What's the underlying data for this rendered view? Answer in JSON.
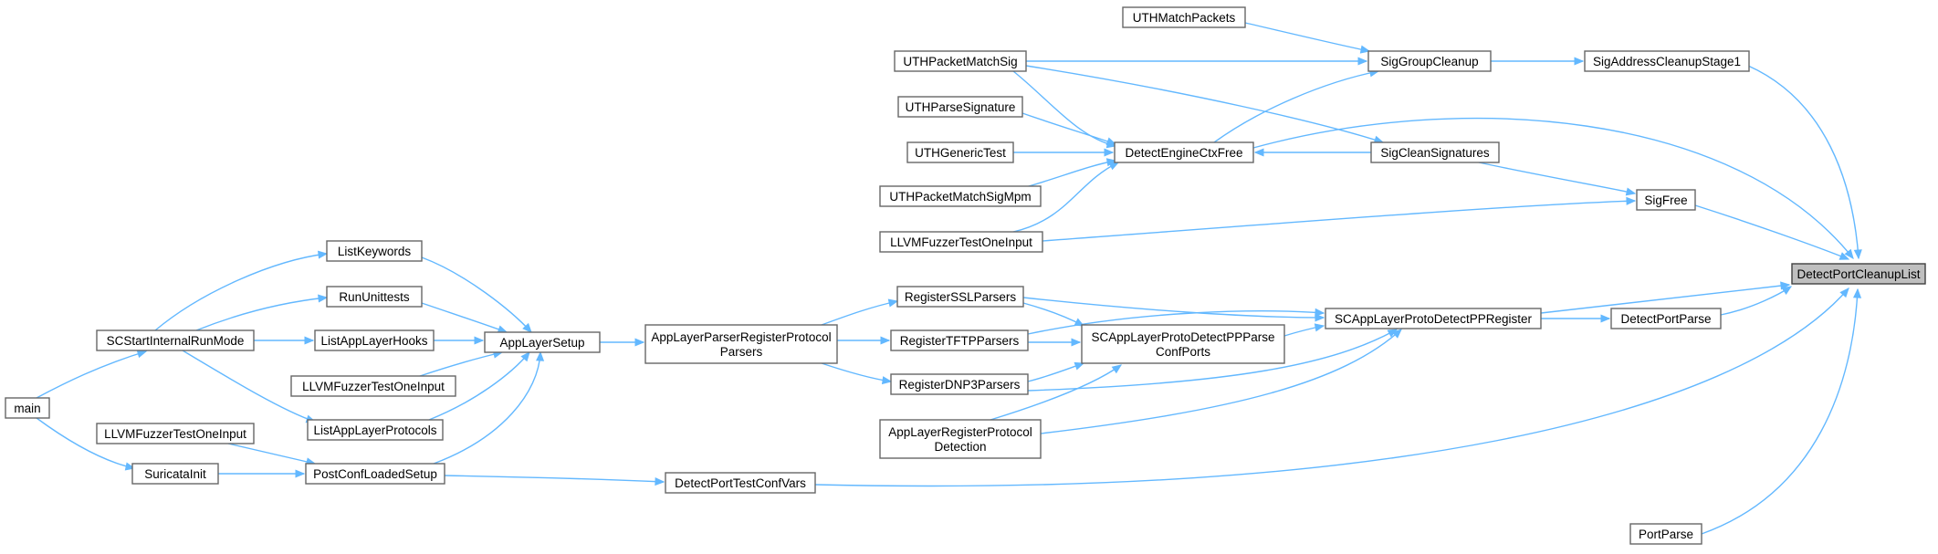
{
  "graph": {
    "nodes": [
      {
        "id": "DetectPortCleanupList",
        "lines": [
          "DetectPortCleanupList"
        ],
        "highlighted": true
      },
      {
        "id": "SigAddressCleanupStage1",
        "lines": [
          "SigAddressCleanupStage1"
        ]
      },
      {
        "id": "SigGroupCleanup",
        "lines": [
          "SigGroupCleanup"
        ]
      },
      {
        "id": "UTHMatchPackets",
        "lines": [
          "UTHMatchPackets"
        ]
      },
      {
        "id": "UTHPacketMatchSig",
        "lines": [
          "UTHPacketMatchSig"
        ]
      },
      {
        "id": "UTHParseSignature",
        "lines": [
          "UTHParseSignature"
        ]
      },
      {
        "id": "UTHGenericTest",
        "lines": [
          "UTHGenericTest"
        ]
      },
      {
        "id": "UTHPacketMatchSigMpm",
        "lines": [
          "UTHPacketMatchSigMpm"
        ]
      },
      {
        "id": "LLVMFuzzerTestOneInput_a",
        "lines": [
          "LLVMFuzzerTestOneInput"
        ]
      },
      {
        "id": "DetectEngineCtxFree",
        "lines": [
          "DetectEngineCtxFree"
        ]
      },
      {
        "id": "SigCleanSignatures",
        "lines": [
          "SigCleanSignatures"
        ]
      },
      {
        "id": "SigFree",
        "lines": [
          "SigFree"
        ]
      },
      {
        "id": "DetectPortParse",
        "lines": [
          "DetectPortParse"
        ]
      },
      {
        "id": "SCAppLayerProtoDetectPPRegister",
        "lines": [
          "SCAppLayerProtoDetectPPRegister"
        ]
      },
      {
        "id": "SCAppLayerProtoDetectPPParseConfPorts",
        "lines": [
          "SCAppLayerProtoDetectPPParse",
          "ConfPorts"
        ]
      },
      {
        "id": "RegisterSSLParsers",
        "lines": [
          "RegisterSSLParsers"
        ]
      },
      {
        "id": "RegisterTFTPParsers",
        "lines": [
          "RegisterTFTPParsers"
        ]
      },
      {
        "id": "RegisterDNP3Parsers",
        "lines": [
          "RegisterDNP3Parsers"
        ]
      },
      {
        "id": "AppLayerRegisterProtocolDetection",
        "lines": [
          "AppLayerRegisterProtocol",
          "Detection"
        ]
      },
      {
        "id": "AppLayerParserRegisterProtocolParsers",
        "lines": [
          "AppLayerParserRegisterProtocol",
          "Parsers"
        ]
      },
      {
        "id": "AppLayerSetup",
        "lines": [
          "AppLayerSetup"
        ]
      },
      {
        "id": "ListKeywords",
        "lines": [
          "ListKeywords"
        ]
      },
      {
        "id": "RunUnittests",
        "lines": [
          "RunUnittests"
        ]
      },
      {
        "id": "ListAppLayerHooks",
        "lines": [
          "ListAppLayerHooks"
        ]
      },
      {
        "id": "LLVMFuzzerTestOneInput_b",
        "lines": [
          "LLVMFuzzerTestOneInput"
        ]
      },
      {
        "id": "ListAppLayerProtocols",
        "lines": [
          "ListAppLayerProtocols"
        ]
      },
      {
        "id": "PostConfLoadedSetup",
        "lines": [
          "PostConfLoadedSetup"
        ]
      },
      {
        "id": "SCStartInternalRunMode",
        "lines": [
          "SCStartInternalRunMode"
        ]
      },
      {
        "id": "main",
        "lines": [
          "main"
        ]
      },
      {
        "id": "LLVMFuzzerTestOneInput_c",
        "lines": [
          "LLVMFuzzerTestOneInput"
        ]
      },
      {
        "id": "SuricataInit",
        "lines": [
          "SuricataInit"
        ]
      },
      {
        "id": "DetectPortTestConfVars",
        "lines": [
          "DetectPortTestConfVars"
        ]
      },
      {
        "id": "PortParse",
        "lines": [
          "PortParse"
        ]
      }
    ],
    "edges": [
      {
        "from": "SigAddressCleanupStage1",
        "to": "DetectPortCleanupList"
      },
      {
        "from": "DetectEngineCtxFree",
        "to": "DetectPortCleanupList"
      },
      {
        "from": "SigFree",
        "to": "DetectPortCleanupList"
      },
      {
        "from": "SCAppLayerProtoDetectPPRegister",
        "to": "DetectPortCleanupList"
      },
      {
        "from": "DetectPortParse",
        "to": "DetectPortCleanupList"
      },
      {
        "from": "DetectPortTestConfVars",
        "to": "DetectPortCleanupList"
      },
      {
        "from": "PortParse",
        "to": "DetectPortCleanupList"
      },
      {
        "from": "SigGroupCleanup",
        "to": "SigAddressCleanupStage1"
      },
      {
        "from": "UTHMatchPackets",
        "to": "SigGroupCleanup"
      },
      {
        "from": "UTHPacketMatchSig",
        "to": "SigGroupCleanup"
      },
      {
        "from": "DetectEngineCtxFree",
        "to": "SigGroupCleanup"
      },
      {
        "from": "UTHPacketMatchSig",
        "to": "DetectEngineCtxFree"
      },
      {
        "from": "UTHParseSignature",
        "to": "DetectEngineCtxFree"
      },
      {
        "from": "UTHGenericTest",
        "to": "DetectEngineCtxFree"
      },
      {
        "from": "UTHPacketMatchSigMpm",
        "to": "DetectEngineCtxFree"
      },
      {
        "from": "LLVMFuzzerTestOneInput_a",
        "to": "DetectEngineCtxFree"
      },
      {
        "from": "SigCleanSignatures",
        "to": "DetectEngineCtxFree"
      },
      {
        "from": "UTHPacketMatchSig",
        "to": "SigCleanSignatures"
      },
      {
        "from": "SigCleanSignatures",
        "to": "SigFree"
      },
      {
        "from": "LLVMFuzzerTestOneInput_a",
        "to": "SigFree"
      },
      {
        "from": "SCAppLayerProtoDetectPPRegister",
        "to": "DetectPortParse"
      },
      {
        "from": "SCAppLayerProtoDetectPPParseConfPorts",
        "to": "SCAppLayerProtoDetectPPRegister"
      },
      {
        "from": "RegisterSSLParsers",
        "to": "SCAppLayerProtoDetectPPRegister"
      },
      {
        "from": "RegisterTFTPParsers",
        "to": "SCAppLayerProtoDetectPPRegister"
      },
      {
        "from": "RegisterDNP3Parsers",
        "to": "SCAppLayerProtoDetectPPRegister"
      },
      {
        "from": "AppLayerRegisterProtocolDetection",
        "to": "SCAppLayerProtoDetectPPRegister"
      },
      {
        "from": "RegisterSSLParsers",
        "to": "SCAppLayerProtoDetectPPParseConfPorts"
      },
      {
        "from": "RegisterTFTPParsers",
        "to": "SCAppLayerProtoDetectPPParseConfPorts"
      },
      {
        "from": "RegisterDNP3Parsers",
        "to": "SCAppLayerProtoDetectPPParseConfPorts"
      },
      {
        "from": "AppLayerRegisterProtocolDetection",
        "to": "SCAppLayerProtoDetectPPParseConfPorts"
      },
      {
        "from": "AppLayerParserRegisterProtocolParsers",
        "to": "RegisterSSLParsers"
      },
      {
        "from": "AppLayerParserRegisterProtocolParsers",
        "to": "RegisterTFTPParsers"
      },
      {
        "from": "AppLayerParserRegisterProtocolParsers",
        "to": "RegisterDNP3Parsers"
      },
      {
        "from": "AppLayerSetup",
        "to": "AppLayerParserRegisterProtocolParsers"
      },
      {
        "from": "ListKeywords",
        "to": "AppLayerSetup"
      },
      {
        "from": "RunUnittests",
        "to": "AppLayerSetup"
      },
      {
        "from": "ListAppLayerHooks",
        "to": "AppLayerSetup"
      },
      {
        "from": "LLVMFuzzerTestOneInput_b",
        "to": "AppLayerSetup"
      },
      {
        "from": "ListAppLayerProtocols",
        "to": "AppLayerSetup"
      },
      {
        "from": "PostConfLoadedSetup",
        "to": "AppLayerSetup"
      },
      {
        "from": "SCStartInternalRunMode",
        "to": "ListKeywords"
      },
      {
        "from": "SCStartInternalRunMode",
        "to": "RunUnittests"
      },
      {
        "from": "SCStartInternalRunMode",
        "to": "ListAppLayerHooks"
      },
      {
        "from": "SCStartInternalRunMode",
        "to": "ListAppLayerProtocols"
      },
      {
        "from": "main",
        "to": "SCStartInternalRunMode"
      },
      {
        "from": "main",
        "to": "SuricataInit"
      },
      {
        "from": "LLVMFuzzerTestOneInput_c",
        "to": "PostConfLoadedSetup"
      },
      {
        "from": "SuricataInit",
        "to": "PostConfLoadedSetup"
      },
      {
        "from": "PostConfLoadedSetup",
        "to": "DetectPortTestConfVars"
      }
    ]
  },
  "colors": {
    "edge": "#63b8ff",
    "node_border": "#666666",
    "root_fill": "#bfbfbf"
  }
}
